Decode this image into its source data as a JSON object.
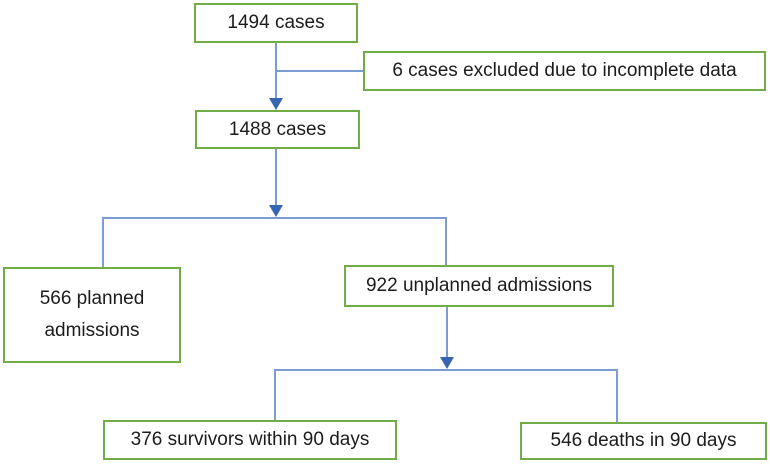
{
  "flowchart": {
    "nodes": [
      {
        "id": "cases-total",
        "label": "1494 cases"
      },
      {
        "id": "excluded",
        "label": "6 cases excluded due to incomplete data"
      },
      {
        "id": "cases-included",
        "label": "1488 cases"
      },
      {
        "id": "planned",
        "label": "566 planned admissions"
      },
      {
        "id": "unplanned",
        "label": "922 unplanned admissions"
      },
      {
        "id": "survivors",
        "label": "376 survivors within 90 days"
      },
      {
        "id": "deaths",
        "label": "546 deaths in 90 days"
      }
    ],
    "edges": [
      {
        "from": "cases-total",
        "to": "excluded"
      },
      {
        "from": "cases-total",
        "to": "cases-included"
      },
      {
        "from": "cases-included",
        "to": "planned"
      },
      {
        "from": "cases-included",
        "to": "unplanned"
      },
      {
        "from": "unplanned",
        "to": "survivors"
      },
      {
        "from": "unplanned",
        "to": "deaths"
      }
    ],
    "colors": {
      "box_border": "#70AD47",
      "box_fill": "#ffffff",
      "connector_line": "#7E9CD4",
      "arrowhead": "#3665B3",
      "text": "#1c1c1c",
      "background": "#ffffff"
    }
  }
}
